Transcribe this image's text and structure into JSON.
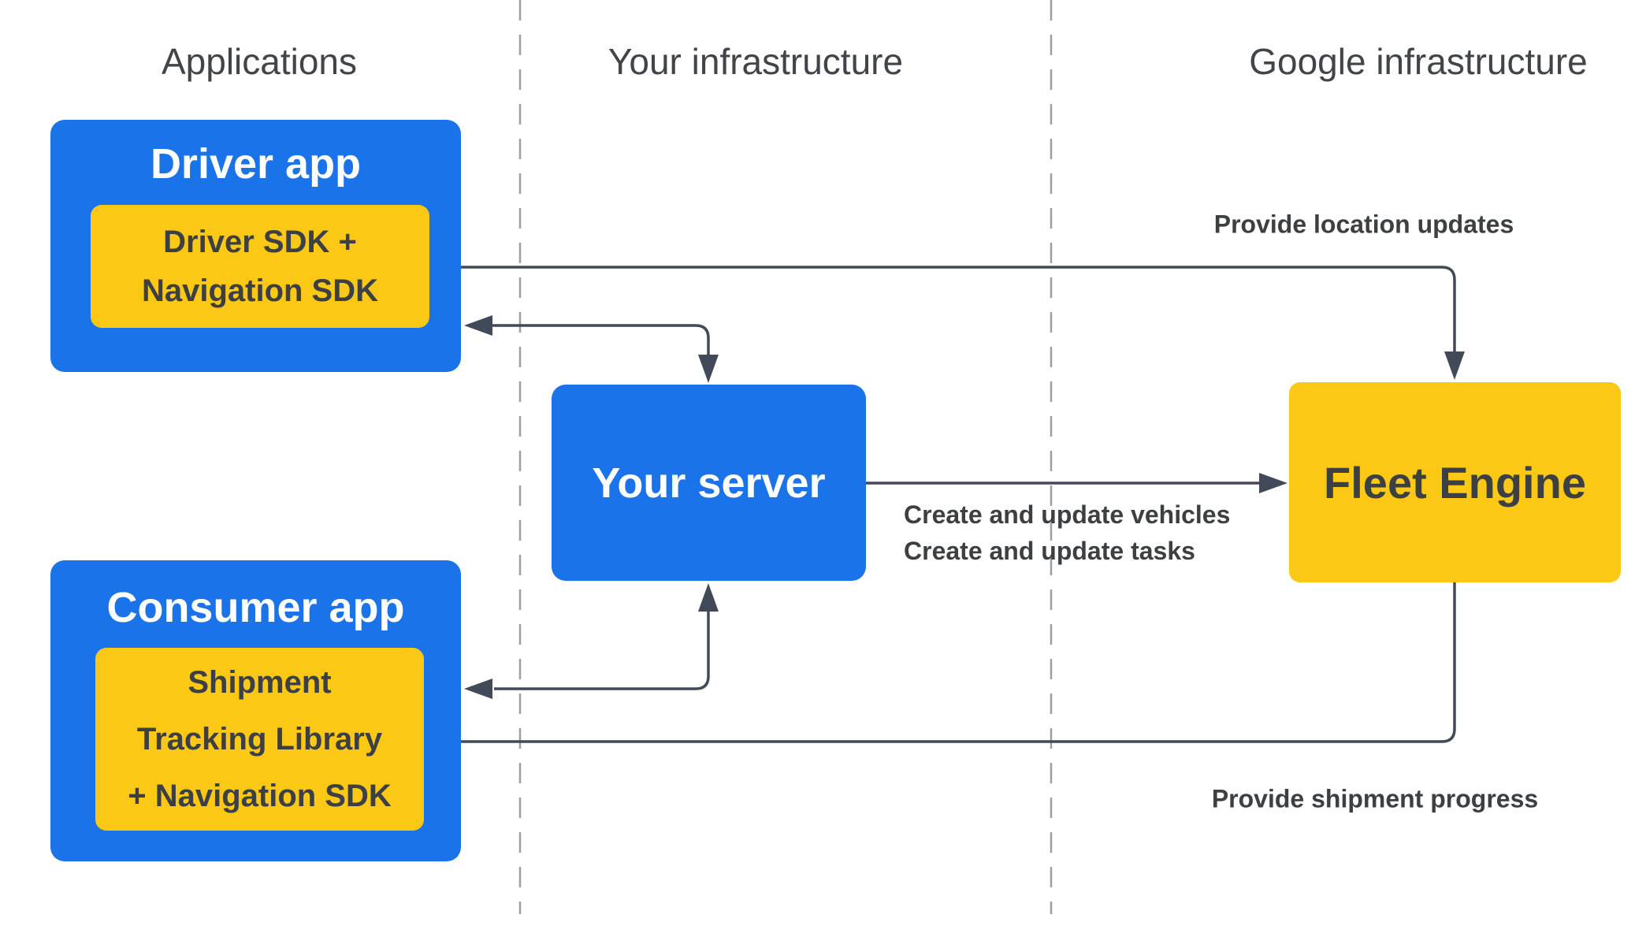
{
  "columns": [
    {
      "id": "applications",
      "label": "Applications"
    },
    {
      "id": "your_infrastructure",
      "label": "Your infrastructure"
    },
    {
      "id": "google_infrastructure",
      "label": "Google infrastructure"
    }
  ],
  "nodes": {
    "driver_app": {
      "title": "Driver app",
      "sdk_lines": [
        "Driver SDK +",
        "Navigation SDK"
      ]
    },
    "consumer_app": {
      "title": "Consumer app",
      "sdk_lines": [
        "Shipment",
        "Tracking Library",
        "+ Navigation SDK"
      ]
    },
    "your_server": {
      "title": "Your server"
    },
    "fleet_engine": {
      "title": "Fleet Engine"
    }
  },
  "edge_labels": {
    "location_updates": "Provide location updates",
    "create_update_line1": "Create and update vehicles",
    "create_update_line2": "Create and update tasks",
    "shipment_progress": "Provide shipment progress"
  },
  "colors": {
    "blue": "#1a73e8",
    "yellow": "#fbc815",
    "ink": "#3c4043",
    "header": "#414549",
    "line": "#414a59",
    "dashed": "#9aa0a6",
    "bg": "#ffffff",
    "white": "#ffffff"
  }
}
